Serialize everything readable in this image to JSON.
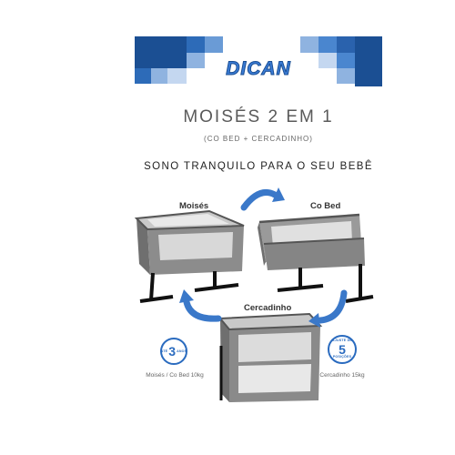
{
  "brand": {
    "logo_text": "DICAN"
  },
  "headline": {
    "title": "MOISÉS 2 EM 1",
    "subtitle": "(CO BED + CERCADINHO)",
    "tagline": "SONO TRANQUILO PARA O SEU BEBÊ"
  },
  "modes": [
    {
      "label": "Moisés"
    },
    {
      "label": "Co Bed"
    },
    {
      "label": "Cercadinho"
    }
  ],
  "badges": [
    {
      "top": "ATÉ",
      "value": "3",
      "bottom": "ANOS"
    },
    {
      "top": "AJUSTE DE",
      "value": "5",
      "bottom": "POSIÇÕES"
    }
  ],
  "weights": {
    "left": "Moisés / Co Bed 10kg",
    "right": "Cercadinho 15kg"
  },
  "colors": {
    "brand_blue": "#2a6bbf",
    "dark_blue": "#1b4f93",
    "light_blue": "#8fb3e0",
    "arrow_blue": "#3a78c9",
    "text_gray": "#5a5a5a"
  }
}
